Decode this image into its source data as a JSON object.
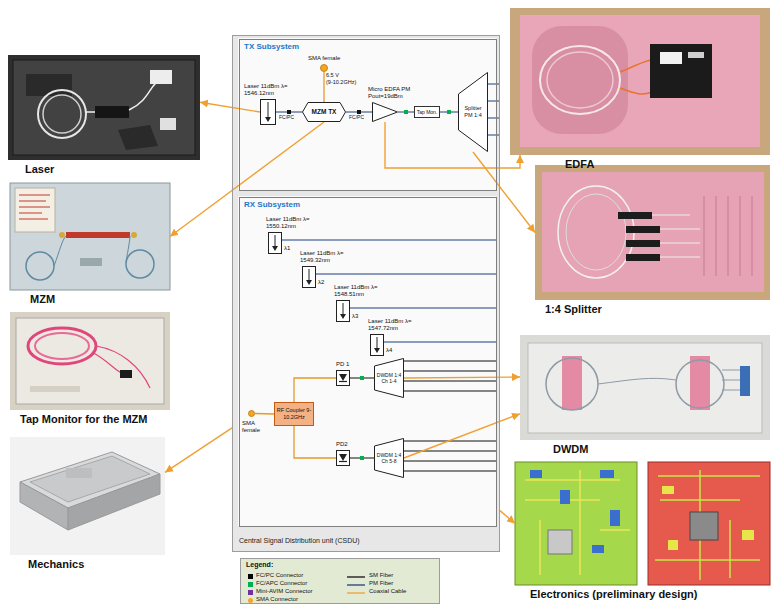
{
  "diagram": {
    "nodes": [
      {
        "text": [
          "Laser"
        ]
      },
      {
        "text": [
          "MZM"
        ]
      },
      {
        "text": [
          "Tap Monitor for the MZM"
        ]
      },
      {
        "text": [
          "Mechanics"
        ]
      },
      {
        "text": [
          "Central Signal Distribution unit (CSDU)"
        ]
      },
      {
        "text": [
          "TX Subsystem"
        ],
        "in": 4
      },
      {
        "text": [
          "SMA female"
        ],
        "in": 5
      },
      {
        "text": [
          "Laser 11dBm λ= 1546.12nm"
        ],
        "in": 5
      },
      {
        "text": [
          "MZM TX"
        ],
        "in": 5
      },
      {
        "text": [
          "Micro EDFA PM Pout=19dBm"
        ],
        "in": 5
      },
      {
        "text": [
          "Tap Mon."
        ],
        "in": 5
      },
      {
        "text": [
          "Splitter PM 1:4"
        ],
        "in": 5
      },
      {
        "text": [
          "RX Subsystem"
        ],
        "in": 4
      },
      {
        "text": [
          "Laser 11dBm λ= 1550.12nm",
          "λ1"
        ],
        "in": 12
      },
      {
        "text": [
          "Laser 11dBm λ= 1549.32nm",
          "λ2"
        ],
        "in": 12
      },
      {
        "text": [
          "Laser 11dBm λ= 1548.51nm",
          "λ3"
        ],
        "in": 12
      },
      {
        "text": [
          "Laser 11dBm λ= 1547.72nm",
          "λ4"
        ],
        "in": 12
      },
      {
        "text": [
          "SMA female"
        ],
        "in": 12
      },
      {
        "text": [
          "RF Coupler 9-10.2GHz"
        ],
        "in": 12
      },
      {
        "text": [
          "PD 1"
        ],
        "in": 12
      },
      {
        "text": [
          "PD2"
        ],
        "in": 12
      },
      {
        "text": [
          "DWDM 1:4 Ch 1-4"
        ],
        "in": 12
      },
      {
        "text": [
          "DWDM 1:4 Ch 5-8"
        ],
        "in": 12
      },
      {
        "text": [
          "Legend:"
        ]
      },
      {
        "text": [
          "EDFA"
        ]
      },
      {
        "text": [
          "1:4 Splitter"
        ]
      },
      {
        "text": [
          "DWDM"
        ]
      },
      {
        "text": [
          "Electronics (preliminary design)"
        ]
      }
    ],
    "edges": [
      {
        "from": 7,
        "to": 0,
        "arrow": "to"
      },
      {
        "from": 8,
        "to": 1,
        "arrow": "to"
      },
      {
        "from": 9,
        "to": 24,
        "arrow": "to"
      },
      {
        "from": 11,
        "to": 25,
        "arrow": "to"
      },
      {
        "from": 4,
        "to": 3,
        "arrow": "to"
      },
      {
        "from": 21,
        "to": 26,
        "arrow": "to"
      },
      {
        "from": 22,
        "to": 26,
        "arrow": "to"
      },
      {
        "from": 4,
        "to": 27,
        "arrow": "to"
      },
      {
        "from": 6,
        "to": 8,
        "arrow": "none"
      },
      {
        "from": 7,
        "to": 8,
        "arrow": "none"
      },
      {
        "from": 8,
        "to": 9,
        "arrow": "none"
      },
      {
        "from": 9,
        "to": 10,
        "arrow": "none"
      },
      {
        "from": 10,
        "to": 11,
        "arrow": "none"
      },
      {
        "from": 17,
        "to": 18,
        "arrow": "none"
      },
      {
        "from": 18,
        "to": 19,
        "arrow": "none"
      },
      {
        "from": 18,
        "to": 20,
        "arrow": "none"
      },
      {
        "from": 21,
        "to": 19,
        "arrow": "none"
      },
      {
        "from": 22,
        "to": 20,
        "arrow": "none"
      }
    ],
    "labels": [
      "6.5 V",
      "(9-10.2GHz)",
      "FC/PC",
      "FC/PC"
    ],
    "legend": [
      {
        "text": "FC/PC Connector",
        "color": "#000000"
      },
      {
        "text": "FC/APC Connector",
        "color": "#00b050"
      },
      {
        "text": "Mini-AVIM Connector",
        "color": "#7030a0"
      },
      {
        "text": "SMA Connector",
        "color": "#f5a623"
      },
      {
        "text": "SM Fiber"
      },
      {
        "text": "PM Fiber"
      },
      {
        "text": "Coaxial Cable"
      }
    ]
  }
}
